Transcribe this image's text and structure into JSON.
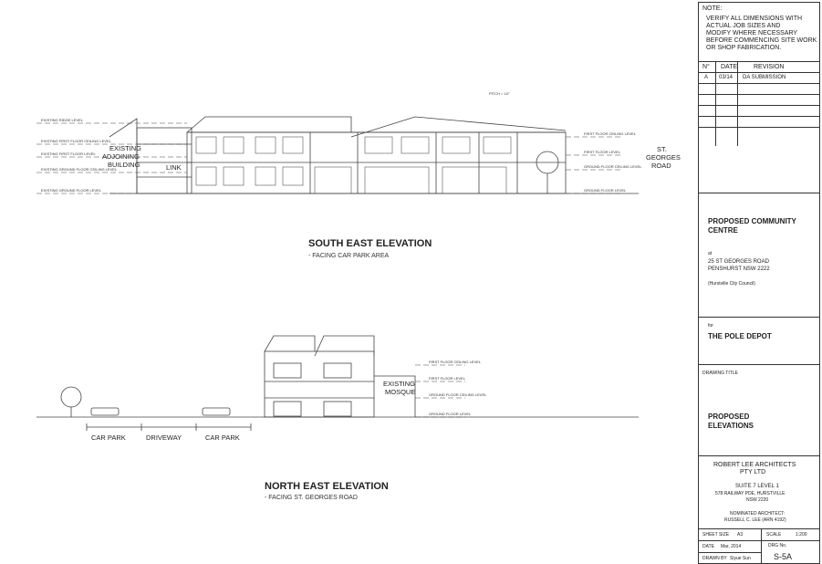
{
  "south_east": {
    "title": "SOUTH EAST ELEVATION",
    "subtitle": "- FACING CAR PARK AREA",
    "existing_building": [
      "EXISTING",
      "ADJOINING",
      "BUILDING"
    ],
    "link": "LINK",
    "road": [
      "ST.",
      "GEORGES",
      "ROAD"
    ],
    "pitch": "PITCH = 10°",
    "left_levels": [
      "EXISTING RIDGE LEVEL",
      "EXISTING FIRST FLOOR CEILING LEVEL",
      "EXISTING FIRST FLOOR LEVEL",
      "EXISTING GROUND FLOOR CEILING LEVEL",
      "EXISTING GROUND FLOOR LEVEL"
    ],
    "right_levels": [
      "FIRST FLOOR CEILING LEVEL",
      "FIRST FLOOR LEVEL",
      "GROUND FLOOR CEILING LEVEL",
      "GROUND FLOOR LEVEL"
    ]
  },
  "north_east": {
    "title": "NORTH EAST ELEVATION",
    "subtitle": "- FACING ST. GEORGES ROAD",
    "existing_mosque": [
      "EXISTING",
      "MOSQUE"
    ],
    "ground_labels": [
      "CAR PARK",
      "DRIVEWAY",
      "CAR PARK"
    ],
    "right_levels": [
      "FIRST FLOOR CEILING LEVEL",
      "FIRST FLOOR LEVEL",
      "GROUND FLOOR CEILING LEVEL",
      "GROUND FLOOR LEVEL"
    ]
  },
  "title_block": {
    "note_heading": "NOTE:",
    "note_lines": [
      "VERIFY ALL DIMENSIONS WITH",
      "ACTUAL JOB SIZES AND",
      "MODIFY WHERE NECESSARY",
      "BEFORE COMMENCING SITE WORK",
      "OR SHOP FABRICATION."
    ],
    "rev_headers": [
      "N°",
      "DATE",
      "REVISION"
    ],
    "rev_row": [
      "A",
      "03/14",
      "DA SUBMISSION"
    ],
    "project_title": [
      "PROPOSED COMMUNITY",
      "CENTRE"
    ],
    "at": "at",
    "address": [
      "25 ST GEORGES ROAD",
      "PENSHURST NSW 2222"
    ],
    "council": "(Hurstville City Council)",
    "for": "for",
    "client": "THE POLE DEPOT",
    "drawing_title_label": "DRAWING TITLE",
    "drawing_title": [
      "PROPOSED",
      "ELEVATIONS"
    ],
    "firm": [
      "ROBERT LEE ARCHITECTS",
      "PTY LTD"
    ],
    "firm_suite": "SUITE 7 LEVEL 1",
    "firm_address": [
      "578 RAILWAY PDE, HURSTVILLE",
      "NSW 2220"
    ],
    "firm_nominated": [
      "NOMINATED ARCHITECT:",
      "RUSSELL C. LEE (ARN 4192)"
    ],
    "sheet_size_label": "SHEET SIZE",
    "sheet_size": "A3",
    "scale_label": "SCALE",
    "scale": "1:200",
    "date_label": "DATE",
    "date": "Mar, 2014",
    "dwg_no_label": "DRG No.",
    "drawn_by_label": "DRAWN BY",
    "drawn_by": "Siyue Sun",
    "drawing_number": "S-5A"
  }
}
